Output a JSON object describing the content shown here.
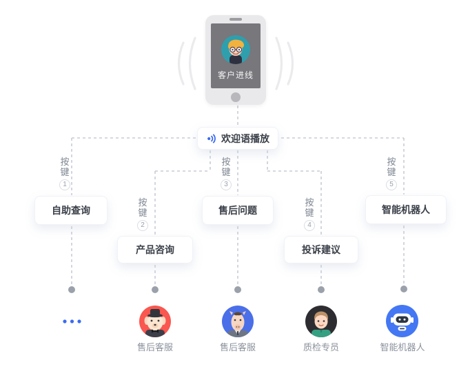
{
  "colors": {
    "primary_blue": "#3a6af0",
    "dash_line": "#c7ccd5",
    "dot_gray": "#9aa1aa",
    "key_text": "#7e8692",
    "node_text": "#3a3f48",
    "agent_label": "#8b919c",
    "phone_screen": "#77777c",
    "caller_avatar_bg": "#2f9fae",
    "agent_red": "#f9574f",
    "agent_blue": "#4a6fe8",
    "agent_dark": "#2d2d31",
    "robot_blue": "#4477f3"
  },
  "phone": {
    "label": "客户进线"
  },
  "welcome": {
    "label": "欢迎语播放",
    "icon": "sound-wave-icon"
  },
  "branches": [
    {
      "key_label": "按键",
      "key_number": "1",
      "option": "自助查询"
    },
    {
      "key_label": "按键",
      "key_number": "2",
      "option": "产品咨询"
    },
    {
      "key_label": "按键",
      "key_number": "3",
      "option": "售后问题"
    },
    {
      "key_label": "按键",
      "key_number": "4",
      "option": "投诉建议"
    },
    {
      "key_label": "按键",
      "key_number": "5",
      "option": "智能机器人"
    }
  ],
  "agents": [
    {
      "label": "",
      "icon": "more-agents-ellipsis"
    },
    {
      "label": "售后客服",
      "icon": "dog-agent-avatar"
    },
    {
      "label": "售后客服",
      "icon": "horse-agent-avatar"
    },
    {
      "label": "质检专员",
      "icon": "inspector-agent-avatar"
    },
    {
      "label": "智能机器人",
      "icon": "robot-agent-avatar"
    }
  ]
}
